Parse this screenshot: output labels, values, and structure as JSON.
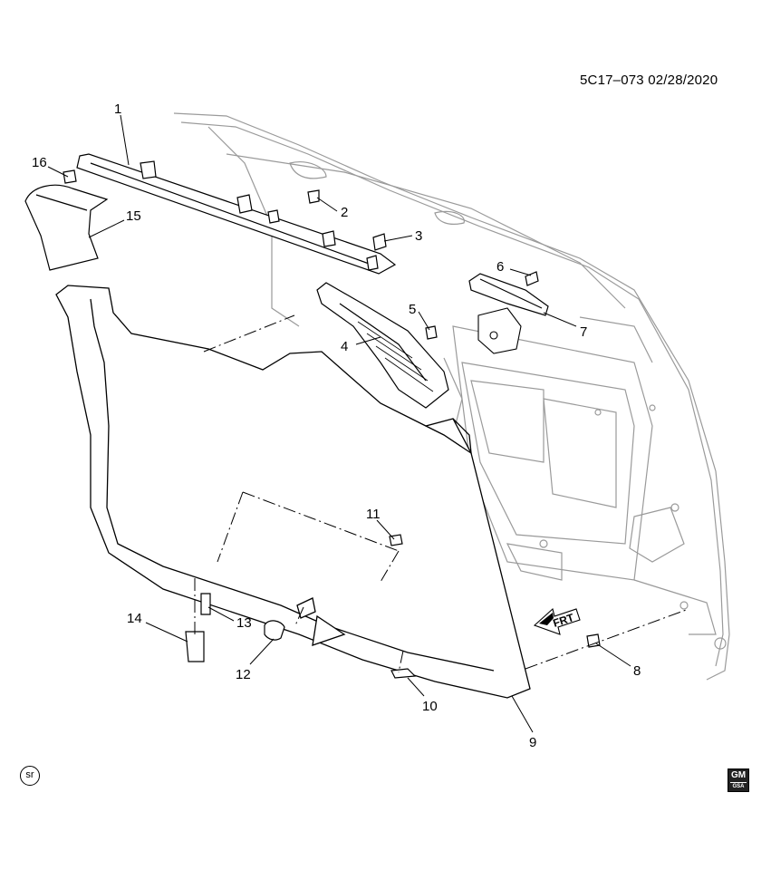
{
  "header": {
    "document_id": "5C17–073  02/28/2020"
  },
  "callouts": [
    "1",
    "2",
    "3",
    "4",
    "5",
    "6",
    "7",
    "8",
    "9",
    "10",
    "11",
    "12",
    "13",
    "14",
    "15",
    "16"
  ],
  "arrow": {
    "label": "FRT"
  },
  "footer": {
    "sr_badge": "sr",
    "brand_logo": "GM",
    "brand_sub": "GSA"
  },
  "colors": {
    "line": "#000000",
    "liftgate_outline": "#9a9a9a",
    "background": "#ffffff"
  }
}
